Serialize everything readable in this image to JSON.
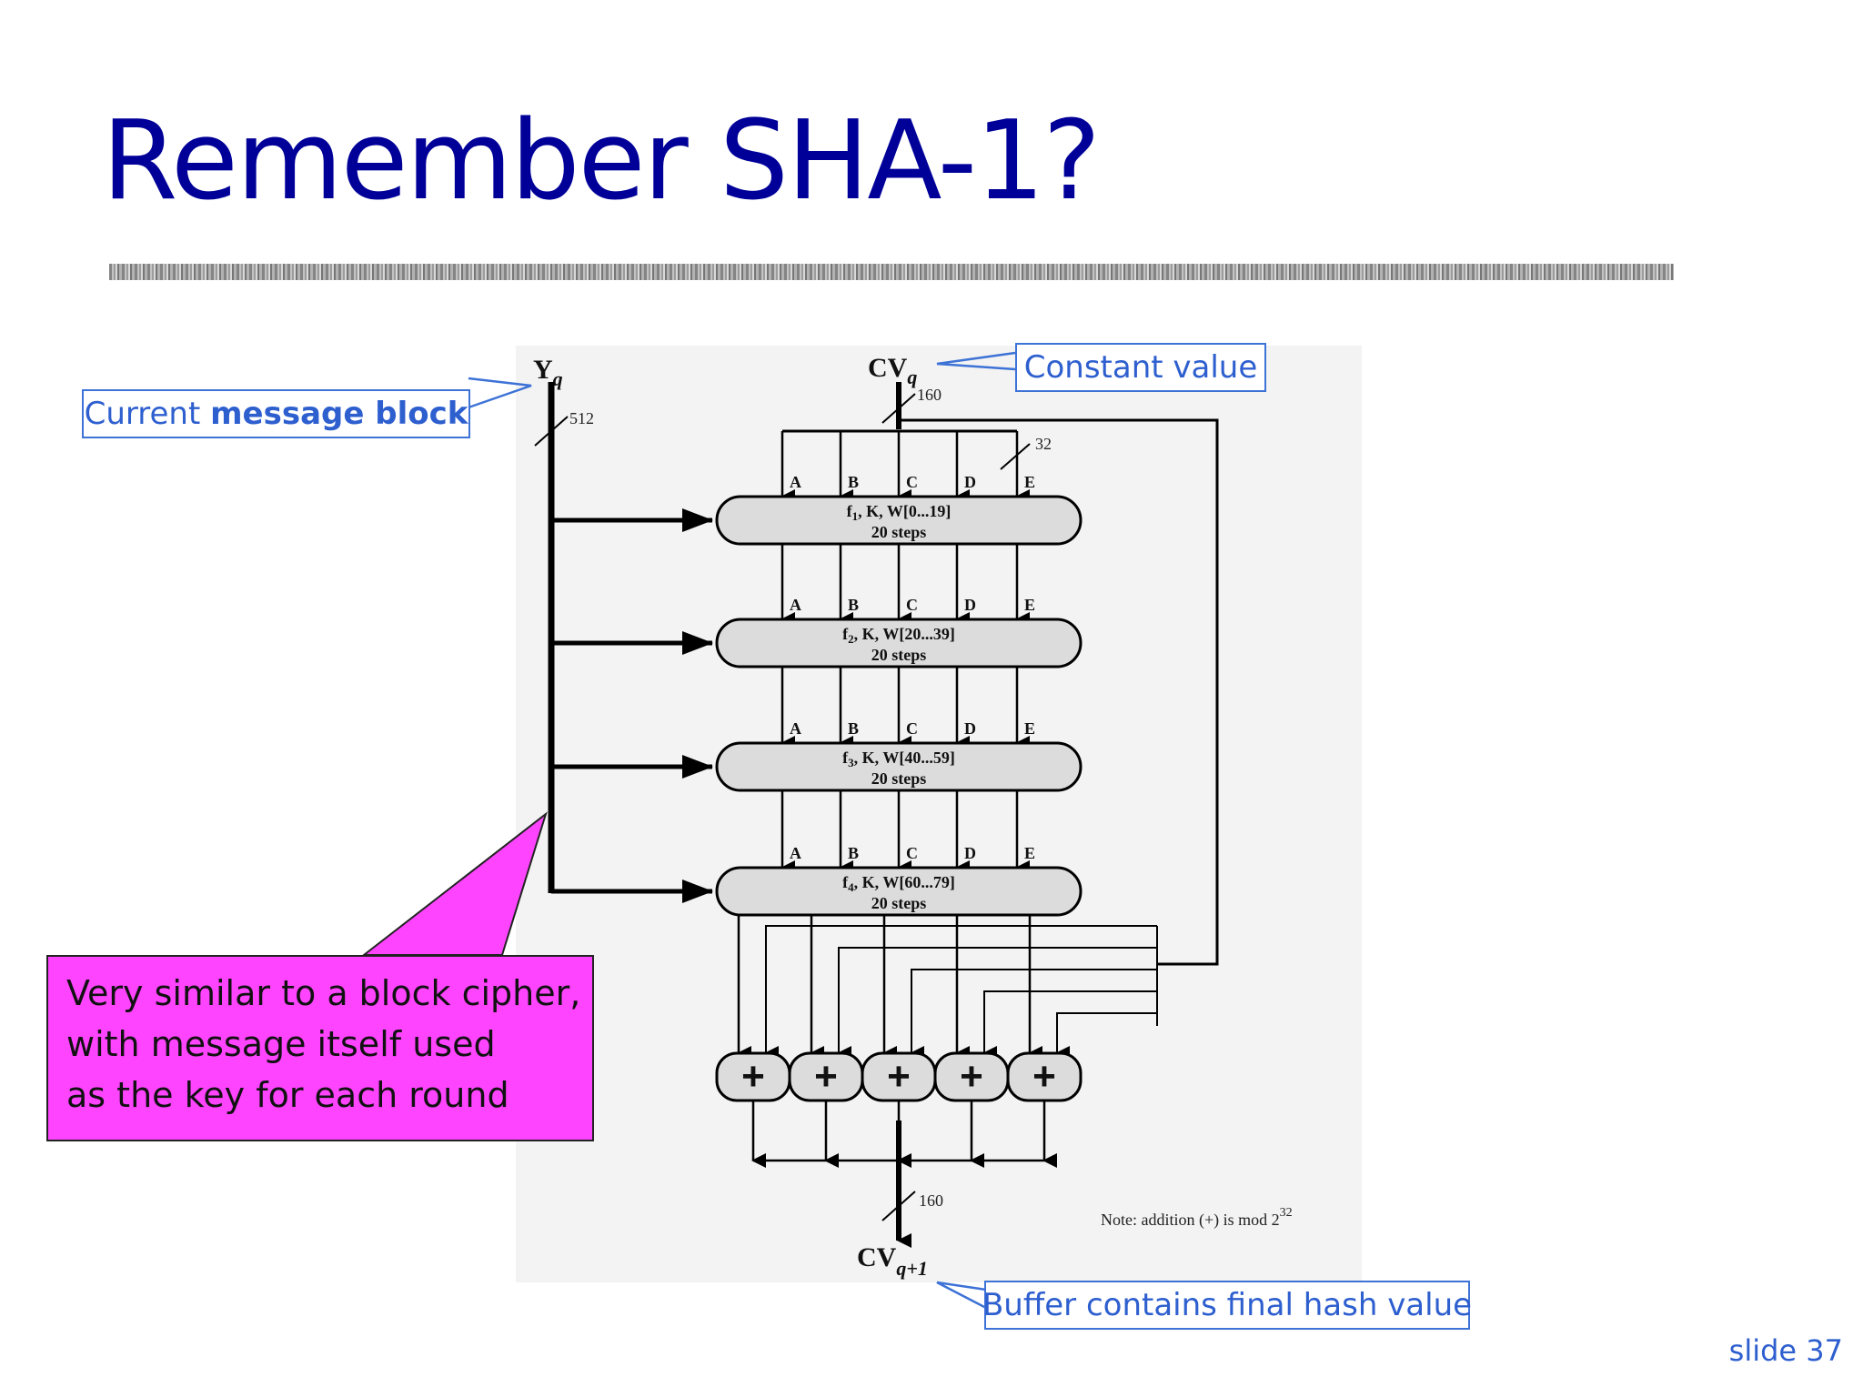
{
  "slide": {
    "title": "Remember SHA-1?",
    "number": "slide 37"
  },
  "callouts": {
    "message_block_prefix": "Current ",
    "message_block_bold": "message block",
    "constant_value": "Constant value",
    "final_hash": "Buffer contains final hash value",
    "note_lines": [
      "Very similar to a block cipher,",
      "with message itself used",
      "as the key for each round"
    ]
  },
  "diagram": {
    "input_label": "Y",
    "input_sub": "q",
    "cv_label": "CV",
    "cv_sub": "q",
    "output_label": "CV",
    "output_sub": "q+1",
    "width_512": "512",
    "width_160_in": "160",
    "width_32": "32",
    "width_160_out": "160",
    "registers": [
      "A",
      "B",
      "C",
      "D",
      "E"
    ],
    "rounds": [
      {
        "func": "f",
        "sub": "1",
        "rest": ", K, W[0...19]",
        "steps": "20 steps"
      },
      {
        "func": "f",
        "sub": "2",
        "rest": ", K, W[20...39]",
        "steps": "20 steps"
      },
      {
        "func": "f",
        "sub": "3",
        "rest": ", K, W[40...59]",
        "steps": "20 steps"
      },
      {
        "func": "f",
        "sub": "4",
        "rest": ", K, W[60...79]",
        "steps": "20 steps"
      }
    ],
    "adder_symbol": "+",
    "note_text": "Note:  addition (+) is mod 2",
    "note_exp": "32"
  }
}
